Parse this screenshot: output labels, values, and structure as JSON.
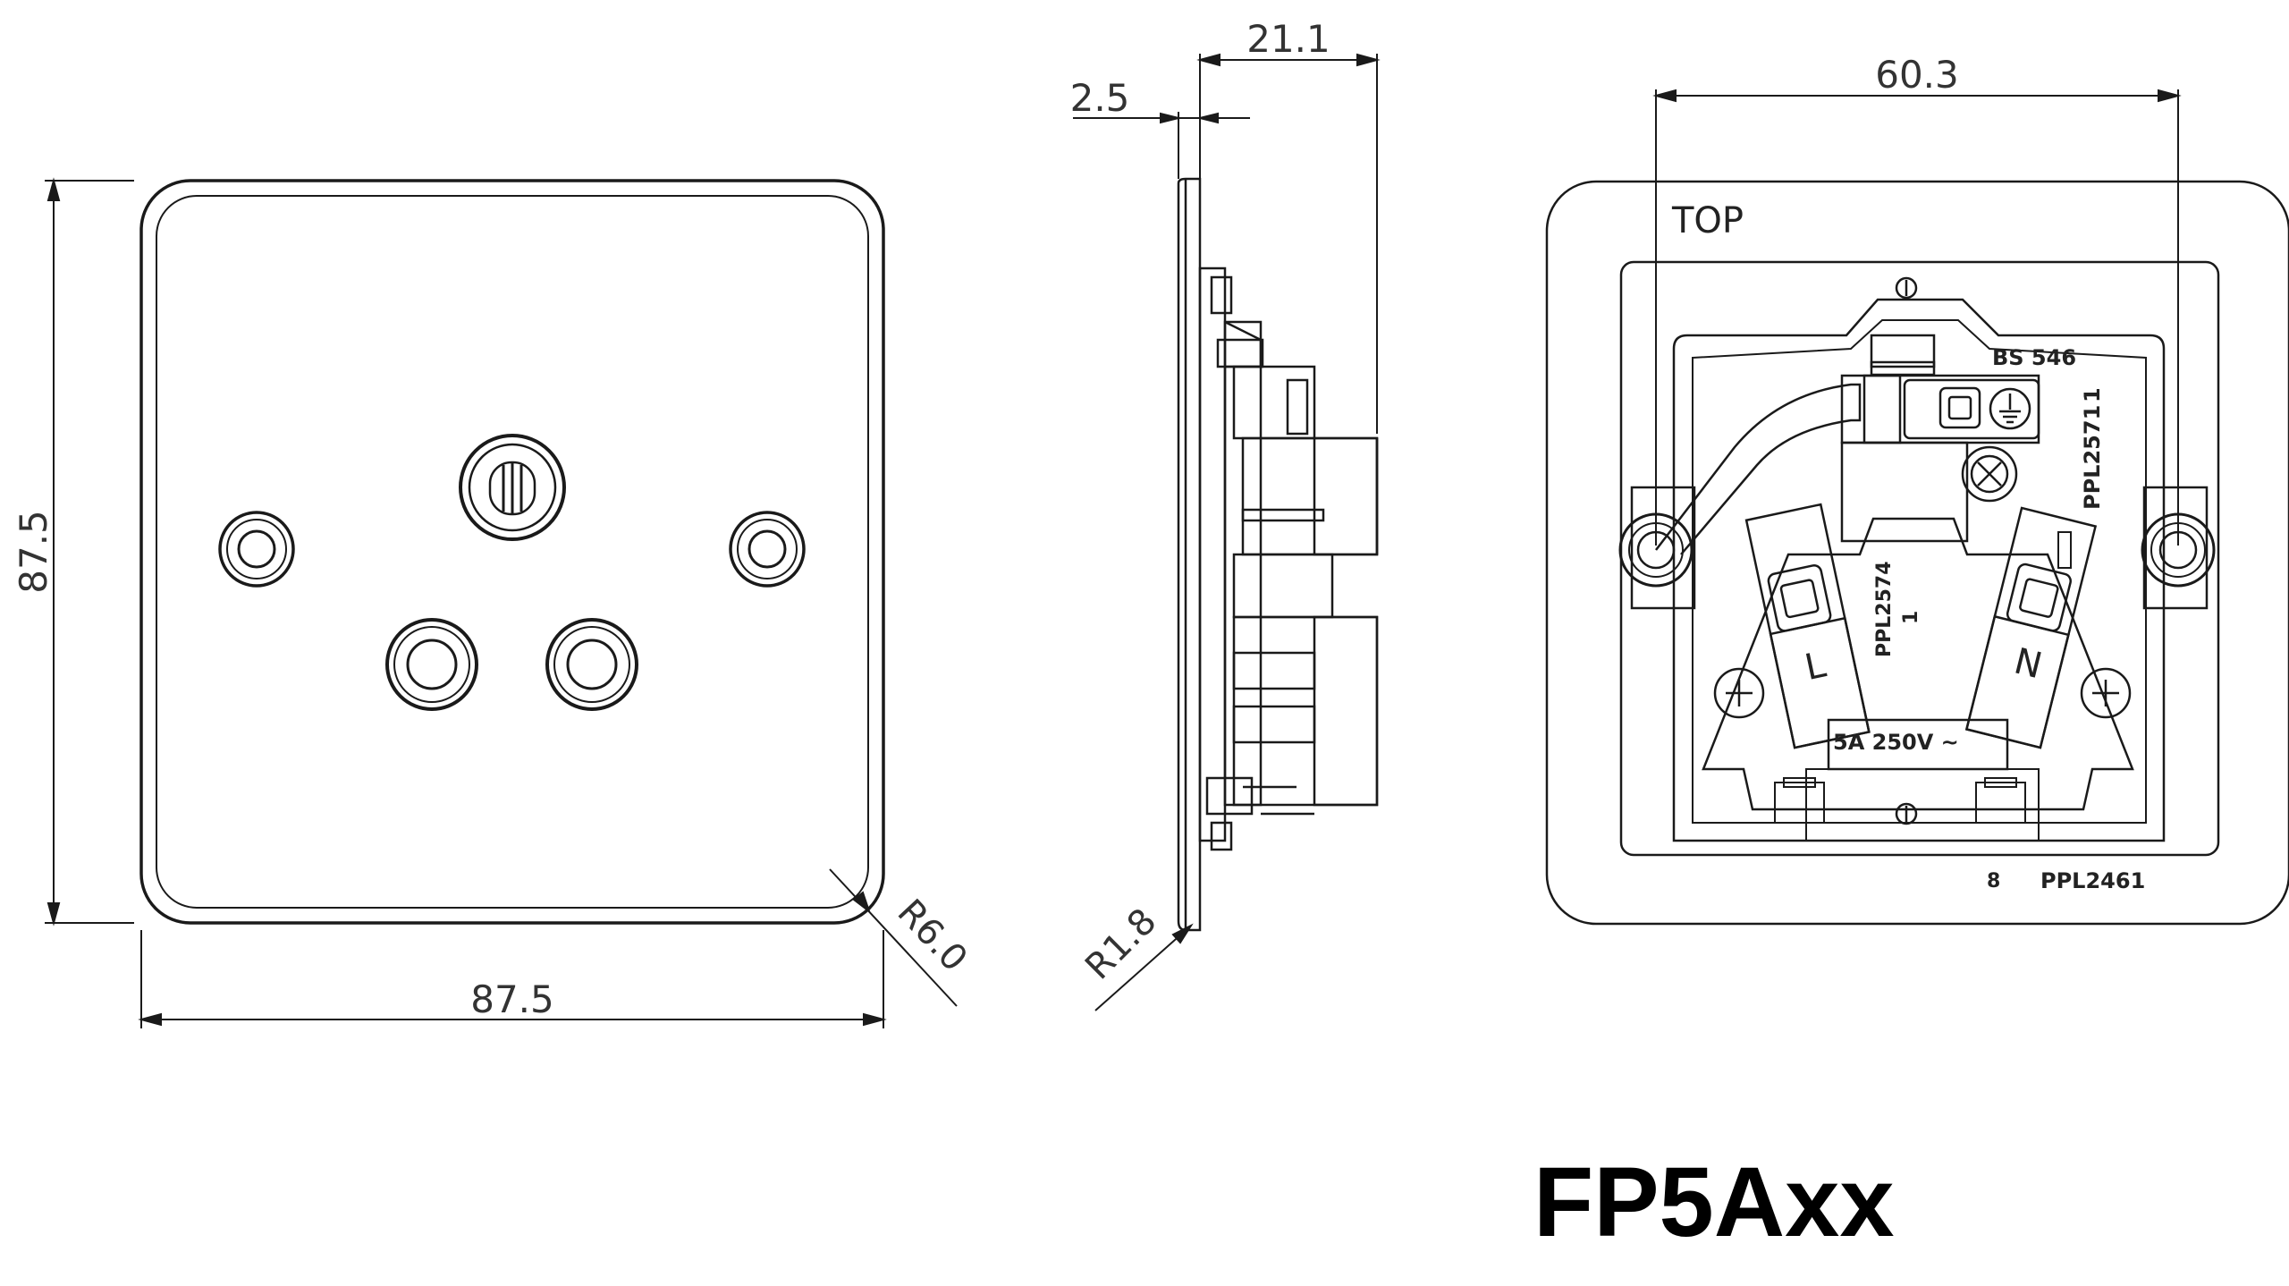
{
  "dimensions": {
    "front_height": "87.5",
    "front_width": "87.5",
    "front_corner_radius": "R6.0",
    "side_depth": "21.1",
    "side_plate_thickness": "2.5",
    "side_edge_radius": "R1.8",
    "rear_fixing_centres": "60.3"
  },
  "rear_labels": {
    "top": "TOP",
    "standard": "BS 546",
    "part_right": "PPL2571",
    "part_right_rev": "1",
    "part_center": "PPL2574",
    "part_center_rev": "1",
    "terminal_live": "L",
    "terminal_neutral": "N",
    "rating": "5A 250V ~",
    "part_plate": "PPL2461",
    "plate_mark": "8"
  },
  "model_code": "FP5Axx"
}
